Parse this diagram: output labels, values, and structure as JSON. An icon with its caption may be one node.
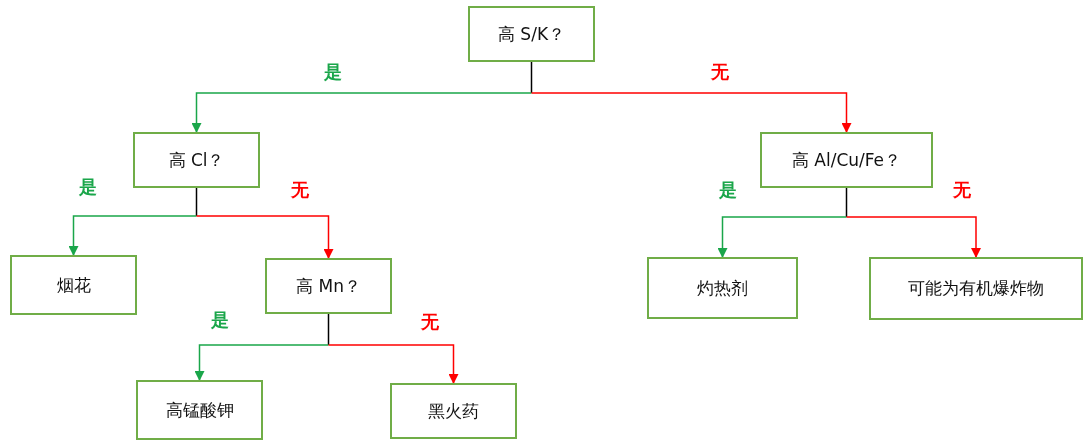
{
  "diagram": {
    "nodes": [
      {
        "text": [
          "高 S/K？"
        ]
      },
      {
        "text": [
          "高 Cl？"
        ]
      },
      {
        "text": [
          "高 Al/Cu/Fe？"
        ]
      },
      {
        "text": [
          "烟花"
        ]
      },
      {
        "text": [
          "高 Mn？"
        ]
      },
      {
        "text": [
          "灼热剂"
        ]
      },
      {
        "text": [
          "可能为有机爆炸物"
        ]
      },
      {
        "text": [
          "高锰酸钾"
        ]
      },
      {
        "text": [
          "黑火药"
        ]
      }
    ],
    "edges": [
      {
        "from": 0,
        "to": 1,
        "arrow": "to",
        "label": "是",
        "color": "#1aa64a"
      },
      {
        "from": 0,
        "to": 2,
        "arrow": "to",
        "label": "无",
        "color": "#ff0000"
      },
      {
        "from": 1,
        "to": 3,
        "arrow": "to",
        "label": "是",
        "color": "#1aa64a"
      },
      {
        "from": 1,
        "to": 4,
        "arrow": "to",
        "label": "无",
        "color": "#ff0000"
      },
      {
        "from": 2,
        "to": 5,
        "arrow": "to",
        "label": "是",
        "color": "#1aa64a"
      },
      {
        "from": 2,
        "to": 6,
        "arrow": "to",
        "label": "无",
        "color": "#ff0000"
      },
      {
        "from": 4,
        "to": 7,
        "arrow": "to",
        "label": "是",
        "color": "#1aa64a"
      },
      {
        "from": 4,
        "to": 8,
        "arrow": "to",
        "label": "无",
        "color": "#ff0000"
      }
    ]
  }
}
